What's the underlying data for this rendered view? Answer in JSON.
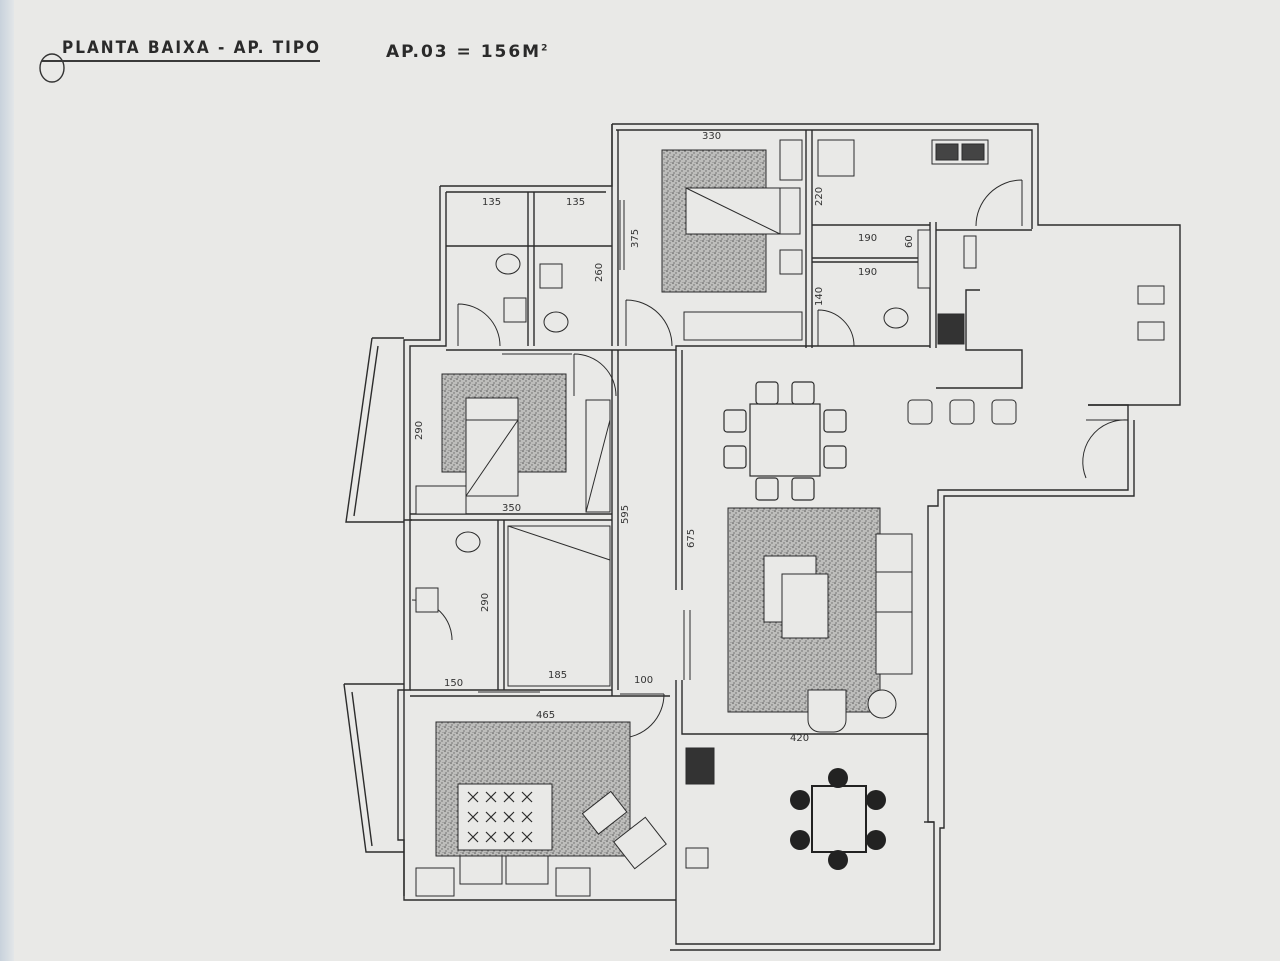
{
  "header": {
    "title": "PLANTA BAIXA - AP. TIPO",
    "area_label": "AP.03 = 156M",
    "area_sup": "2"
  },
  "dimensions": {
    "d330": "330",
    "d135a": "135",
    "d135b": "135",
    "d375": "375",
    "d260": "260",
    "d220": "220",
    "d190a": "190",
    "d60": "60",
    "d190b": "190",
    "d140": "140",
    "d290a": "290",
    "d350": "350",
    "d595": "595",
    "d675": "675",
    "d290b": "290",
    "d185": "185",
    "d150": "150",
    "d100": "100",
    "d465": "465",
    "d420": "420"
  },
  "colors": {
    "paper": "#e9e9e7",
    "lines": "#2c2c2c",
    "rug_fill": "#9a9a98",
    "dark_furniture": "#222222"
  }
}
